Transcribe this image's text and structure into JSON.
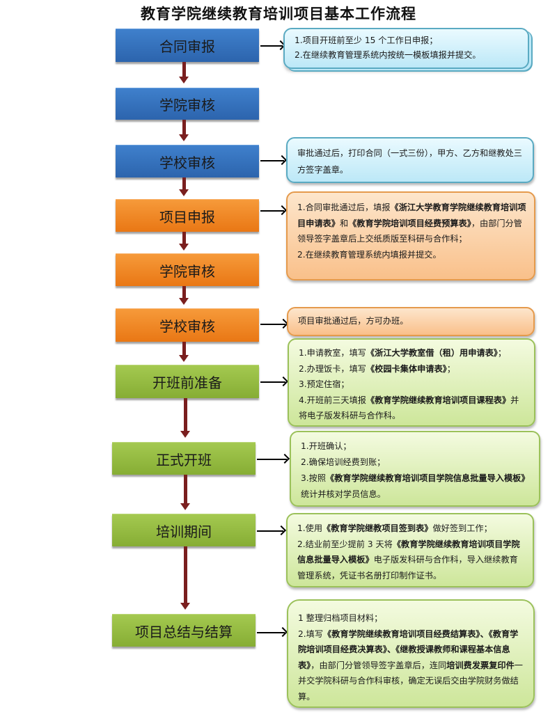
{
  "title": "教育学院继续教育培训项目基本工作流程",
  "colors": {
    "blue": "#2f6db5",
    "orange": "#ef8424",
    "green": "#95bb40",
    "connector": "#7a1f1f"
  },
  "steps": [
    {
      "label": "合同审报",
      "color": "blue"
    },
    {
      "label": "学院审核",
      "color": "blue"
    },
    {
      "label": "学校审核",
      "color": "blue"
    },
    {
      "label": "项目申报",
      "color": "orange"
    },
    {
      "label": "学院审核",
      "color": "orange"
    },
    {
      "label": "学校审核",
      "color": "orange"
    },
    {
      "label": "开班前准备",
      "color": "green"
    },
    {
      "label": "正式开班",
      "color": "green"
    },
    {
      "label": "培训期间",
      "color": "green"
    },
    {
      "label": "项目总结与结算",
      "color": "green"
    }
  ],
  "notes": {
    "contract": {
      "l1": "1.项目开班前至少 15 个工作日申报；",
      "l2": "2.在继续教育管理系统内按统一模板填报并提交。"
    },
    "school_review": {
      "l1": "审批通过后，打印合同（一式三份），甲方、乙方和继教处三方签字盖章。"
    },
    "project_apply": {
      "p1_a": "1.合同审批通过后，填报",
      "p1_b": "《浙江大学教育学院继续教育培训项目申请表》",
      "p1_c": "和",
      "p1_d": "《教育学院培训项目经费预算表》",
      "p1_e": "，由部门分管领导签字盖章后上交纸质版至科研与合作科；",
      "p2": "2.在继续教育管理系统内填报并提交。"
    },
    "school_review2": {
      "l1": "项目审批通过后，方可办班。"
    },
    "prep": {
      "l1_a": "1.申请教室，填写",
      "l1_b": "《浙江大学教室借（租）用申请表》",
      "l1_c": "；",
      "l2_a": "2.办理饭卡，填写",
      "l2_b": "《校园卡集体申请表》",
      "l2_c": "；",
      "l3": "3.预定住宿；",
      "l4_a": "4.开班前三天填报",
      "l4_b": "《教育学院继续教育培训项目课程表》",
      "l4_c": "并将电子版发科研与合作科。"
    },
    "opening": {
      "l1": "1.开班确认；",
      "l2": "2.确保培训经费到账；",
      "l3_a": "3.按照",
      "l3_b": "《教育学院继续教育培训项目学院信息批量导入模板》",
      "l3_c": "统计并核对学员信息。"
    },
    "training": {
      "l1_a": "1.使用",
      "l1_b": "《教育学院继教项目签到表》",
      "l1_c": "做好签到工作；",
      "l2_a": "2.结业前至少提前 3 天将",
      "l2_b": "《教育学院继续教育培训项目学院信息批量导入模板》",
      "l2_c": "电子版发科研与合作科，导入继续教育管理系统，凭证书名册打印制作证书。"
    },
    "closing": {
      "l1": "1 整理归档项目材料；",
      "l2_a": "2.填写",
      "l2_b": "《教育学院继续教育培训项目经费结算表》、《教育学院培训项目经费决算表》、《继教授课教师和课程基本信息表》",
      "l2_c": "，由部门分管领导签字盖章后，连同",
      "l2_d": "培训费发票复印件",
      "l2_e": "一并交学院科研与合作科审核，确定无误后交由学院财务做结算。"
    }
  }
}
